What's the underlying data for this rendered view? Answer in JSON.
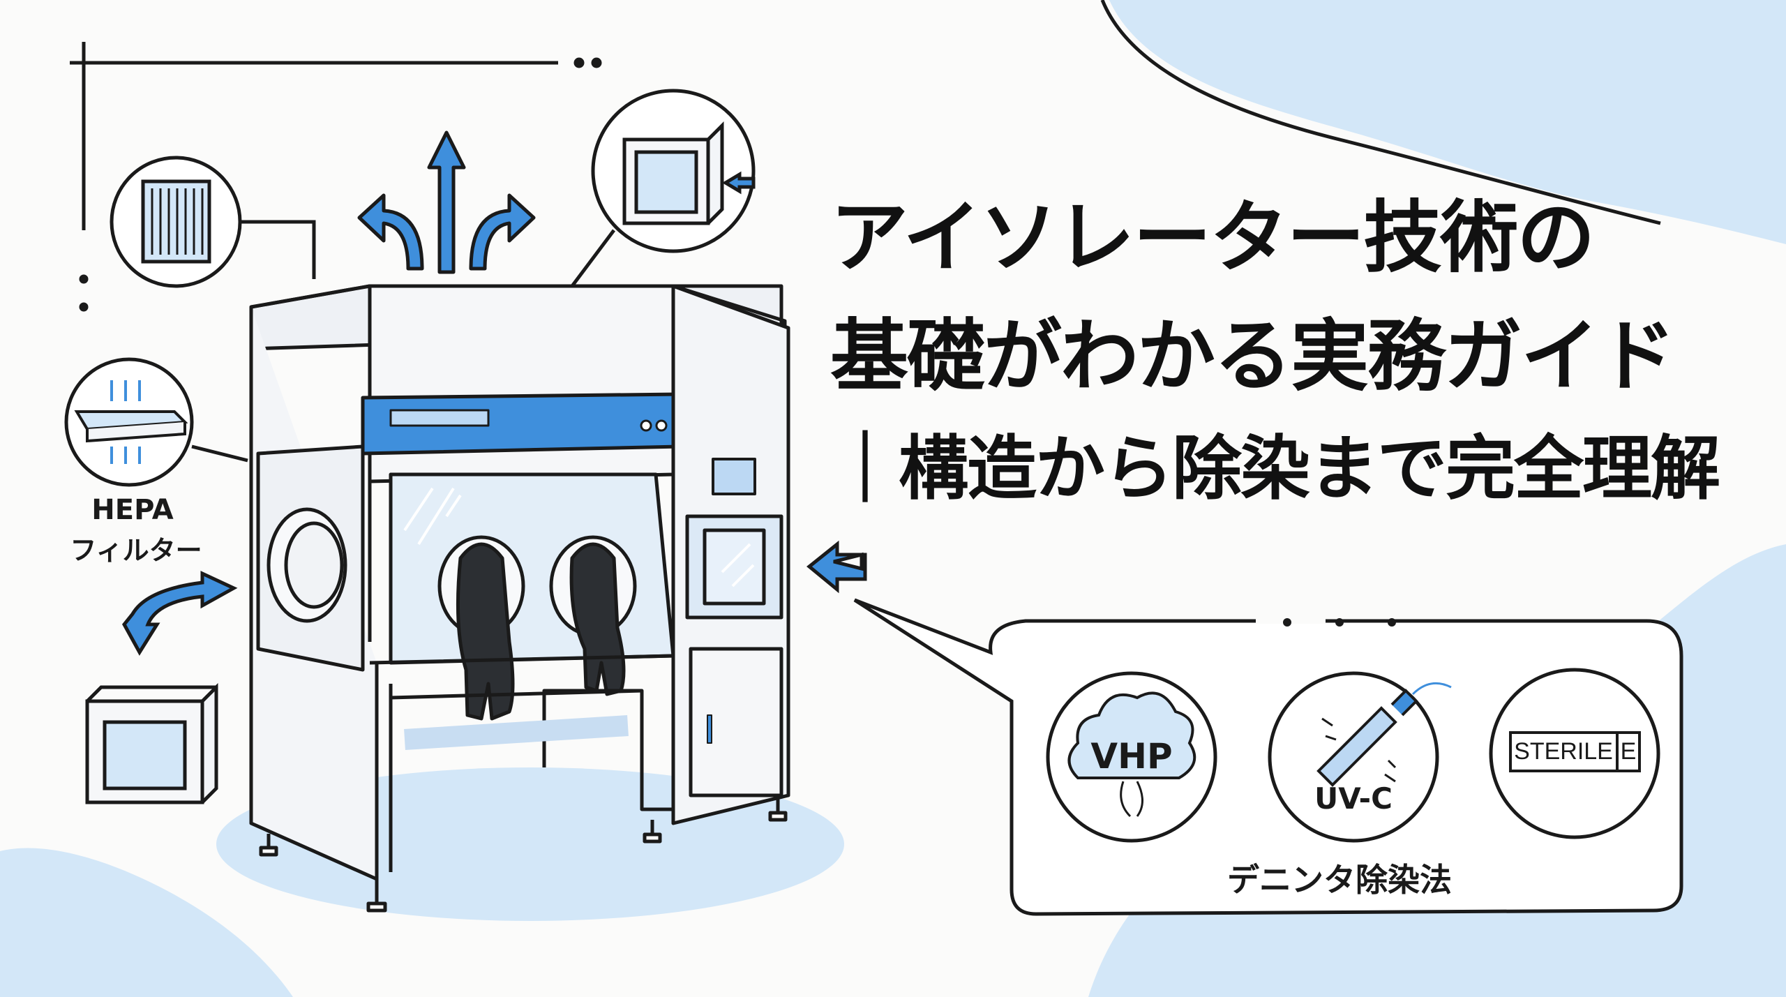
{
  "title": {
    "line1": "アイソレーター技術の",
    "line2": "基礎がわかる実務ガイド",
    "line3": "｜構造から除染まで完全理解"
  },
  "labels": {
    "hepa_line1": "HEPA",
    "hepa_line2": "フィルター",
    "vhp": "VHP",
    "uvc": "UV-C",
    "sterile": "STERILE",
    "sterile_box": "E",
    "decon_caption": "デニンタ除染法"
  },
  "colors": {
    "accent_blue": "#3f8fdc",
    "light_blue": "#d3e7f8",
    "line": "#1a1a1a",
    "body_fill": "#f3f5f8"
  },
  "icons": [
    "hepa-filter-icon",
    "airflow-arrows-icon",
    "pass-box-icon",
    "transfer-cube-icon",
    "vhp-cloud-icon",
    "uv-lamp-icon",
    "sterile-label-icon"
  ]
}
